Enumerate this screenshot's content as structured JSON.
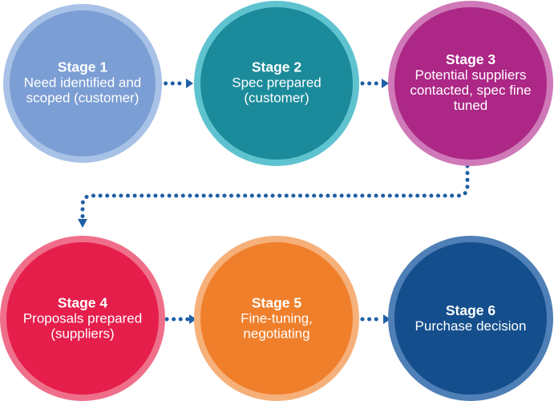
{
  "diagram": {
    "stages": [
      {
        "title": "Stage 1",
        "description": "Need identified and scoped (customer)",
        "fill": "#7b9ed4",
        "ring": "#a8c1e6"
      },
      {
        "title": "Stage 2",
        "description": "Spec prepared (customer)",
        "fill": "#1b8b9b",
        "ring": "#5fc3cf"
      },
      {
        "title": "Stage 3",
        "description": "Potential suppliers contacted, spec fine tuned",
        "fill": "#ac2786",
        "ring": "#cf79b8"
      },
      {
        "title": "Stage 4",
        "description": "Proposals prepared (suppliers)",
        "fill": "#e51e4b",
        "ring": "#ef6f8a"
      },
      {
        "title": "Stage 5",
        "description": "Fine-tuning, negotiating",
        "fill": "#f07f2b",
        "ring": "#f6b07a"
      },
      {
        "title": "Stage 6",
        "description": "Purchase decision",
        "fill": "#144e8c",
        "ring": "#4e7fb6"
      }
    ],
    "connector_color": "#1f5fa5"
  }
}
